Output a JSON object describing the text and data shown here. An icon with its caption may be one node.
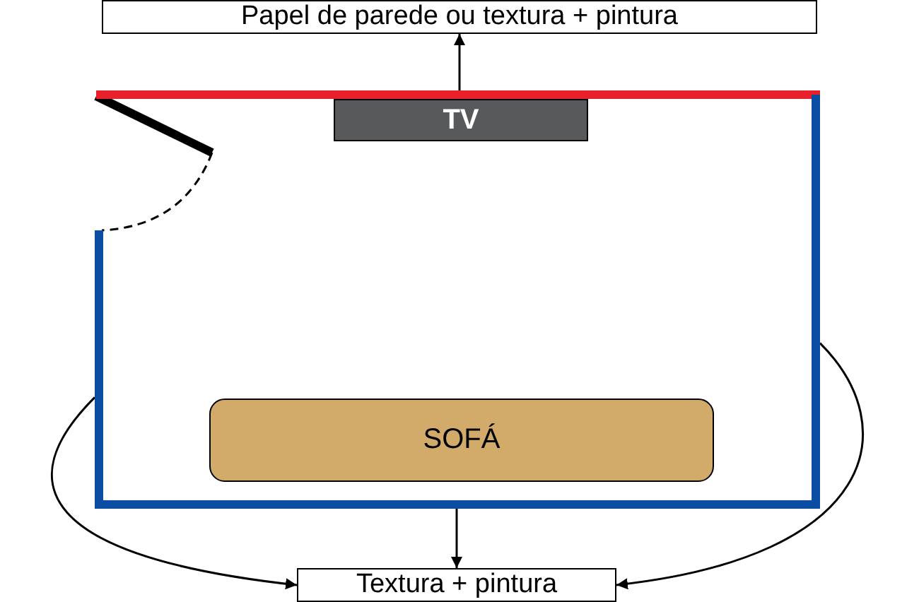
{
  "diagram": {
    "nodes": [
      {
        "text": [
          "Papel de parede ou textura + pintura"
        ]
      },
      {
        "text": [],
        "shape": "bar"
      },
      {
        "text": [],
        "shape": "bar"
      },
      {
        "text": [],
        "shape": "bar"
      },
      {
        "text": [],
        "shape": "bar"
      },
      {
        "text": [
          "TV"
        ]
      },
      {
        "text": [
          "SOFÁ"
        ]
      },
      {
        "text": [
          "Textura + pintura"
        ]
      }
    ],
    "edges": [
      {
        "from": 1,
        "to": 0,
        "arrow": "to"
      },
      {
        "from": 3,
        "to": 7,
        "arrow": "to"
      },
      {
        "from": 2,
        "to": 7,
        "arrow": "to"
      },
      {
        "from": 4,
        "to": 7,
        "arrow": "to"
      }
    ]
  }
}
